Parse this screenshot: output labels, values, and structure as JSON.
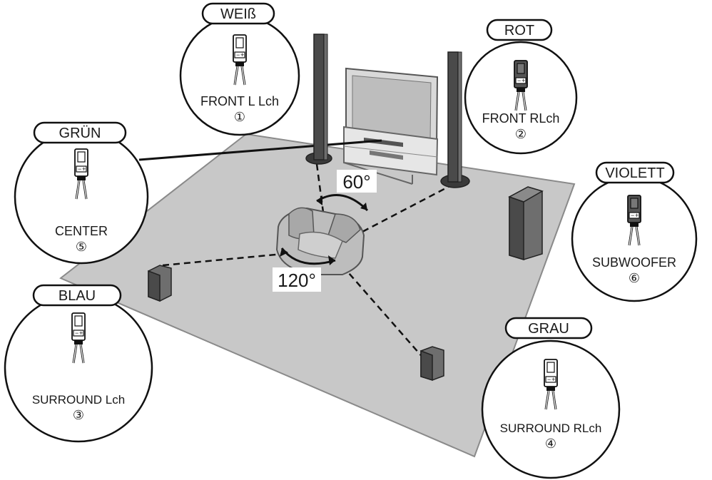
{
  "angles": {
    "front": "60°",
    "surround": "120°"
  },
  "callouts": [
    {
      "key": "front-left",
      "color_label": "WEIß",
      "channel": "FRONT L Lch",
      "number": "①"
    },
    {
      "key": "front-right",
      "color_label": "ROT",
      "channel": "FRONT RLch",
      "number": "②"
    },
    {
      "key": "center",
      "color_label": "GRÜN",
      "channel": "CENTER",
      "number": "⑤"
    },
    {
      "key": "subwoofer",
      "color_label": "VIOLETT",
      "channel": "SUBWOOFER",
      "number": "⑥"
    },
    {
      "key": "surround-left",
      "color_label": "BLAU",
      "channel": "SURROUND Lch",
      "number": "③"
    },
    {
      "key": "surround-right",
      "color_label": "GRAU",
      "channel": "SURROUND RLch",
      "number": "④"
    }
  ],
  "colors": {
    "floor": "#c8c8c8",
    "floor_edge": "#8a8a8a",
    "speaker_dark": "#4a4a4a",
    "speaker_mid": "#6e6e6e",
    "ink": "#1a1a1a"
  }
}
